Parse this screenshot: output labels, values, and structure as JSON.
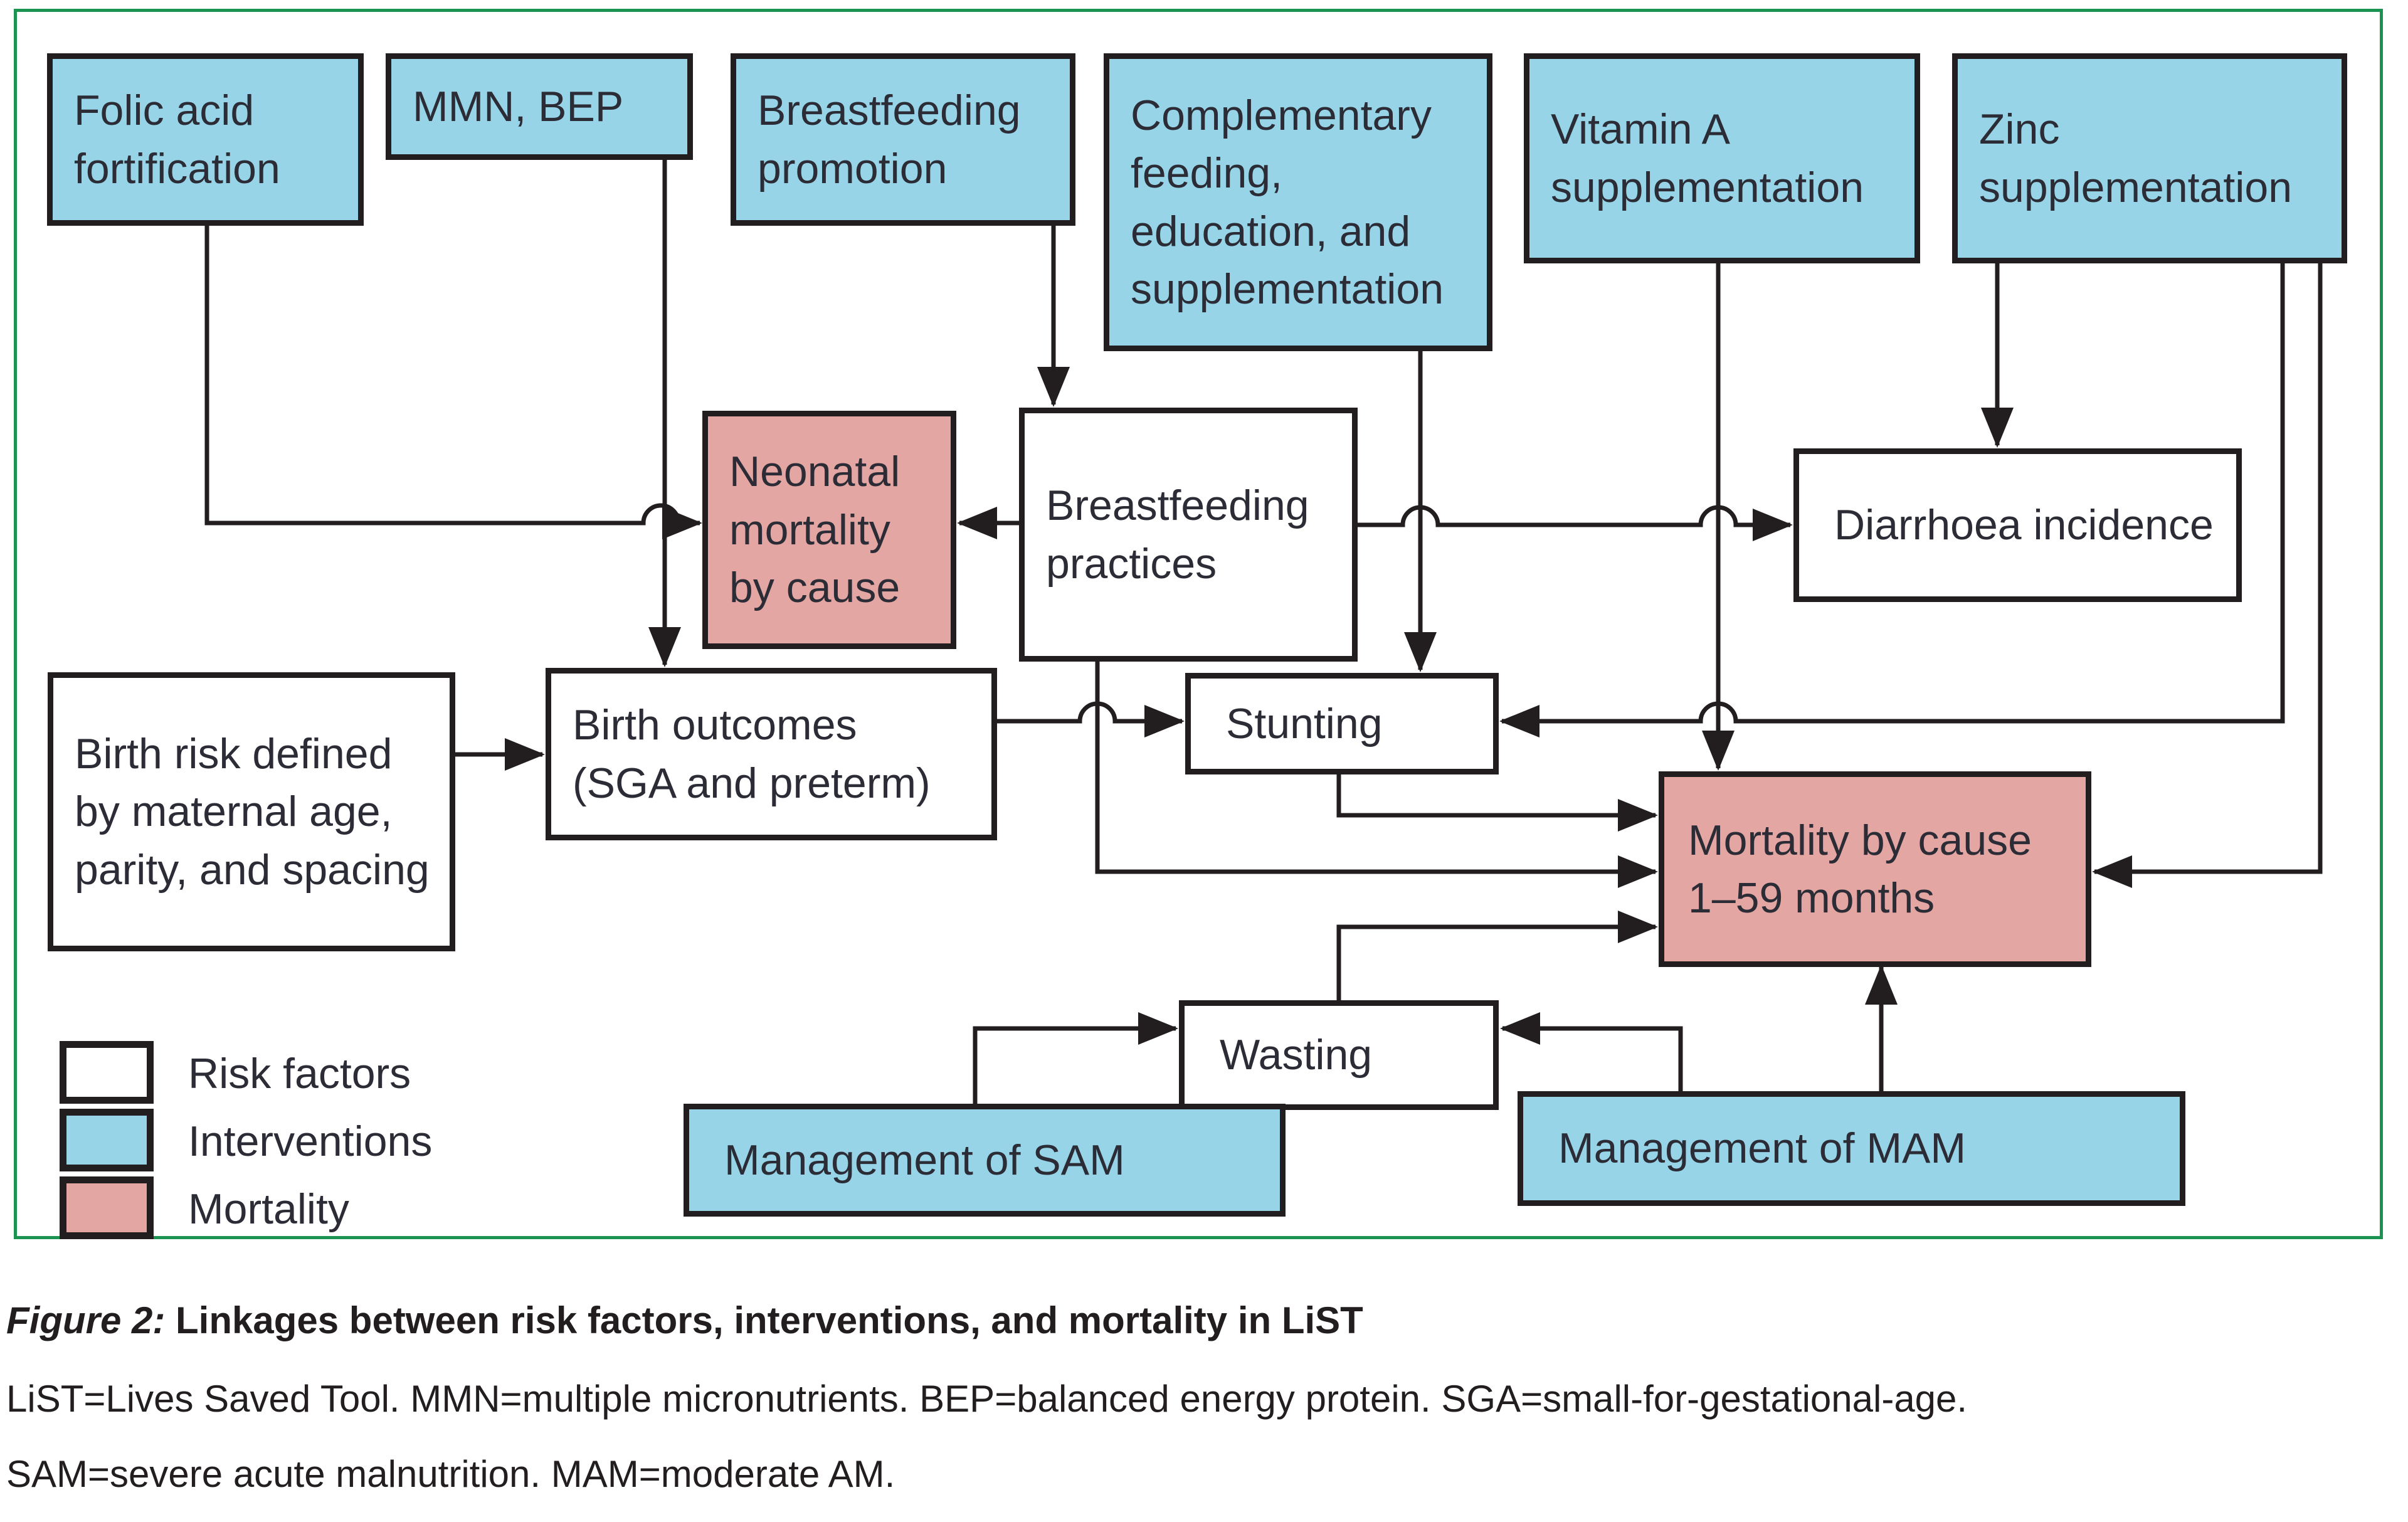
{
  "figure": {
    "caption_label": "Figure 2:",
    "caption_title": " Linkages between risk factors, interventions, and mortality in LiST",
    "abbrev_line1": "LiST=Lives Saved Tool. MMN=multiple micronutrients. BEP=balanced energy protein. SGA=small-for-gestational-age.",
    "abbrev_line2": "SAM=severe acute malnutrition. MAM=moderate AM."
  },
  "legend": {
    "items": [
      {
        "label": "Risk factors",
        "type": "risk"
      },
      {
        "label": "Interventions",
        "type": "intervention"
      },
      {
        "label": "Mortality",
        "type": "mortality"
      }
    ]
  },
  "nodes": {
    "folic": {
      "label": "Folic acid\nfortification",
      "type": "intervention"
    },
    "mmn": {
      "label": "MMN, BEP",
      "type": "intervention"
    },
    "bf_promo": {
      "label": "Breastfeeding\npromotion",
      "type": "intervention"
    },
    "comp_feeding": {
      "label": "Complementary\nfeeding,\neducation, and\nsupplementation",
      "type": "intervention"
    },
    "vitamin_a": {
      "label": "Vitamin A\nsupplementation",
      "type": "intervention"
    },
    "zinc": {
      "label": "Zinc\nsupplementation",
      "type": "intervention"
    },
    "neonatal_mortality": {
      "label": "Neonatal\nmortality\nby cause",
      "type": "mortality"
    },
    "bf_practices": {
      "label": "Breastfeeding\npractices",
      "type": "risk"
    },
    "diarrhoea": {
      "label": "Diarrhoea incidence",
      "type": "risk"
    },
    "birth_risk": {
      "label": "Birth risk defined\nby maternal age,\nparity, and spacing",
      "type": "risk"
    },
    "birth_outcomes": {
      "label": "Birth outcomes\n(SGA and preterm)",
      "type": "risk"
    },
    "stunting": {
      "label": "Stunting",
      "type": "risk"
    },
    "mortality_1_59": {
      "label": "Mortality by cause\n1–59 months",
      "type": "mortality"
    },
    "wasting": {
      "label": "Wasting",
      "type": "risk"
    },
    "sam": {
      "label": "Management of SAM",
      "type": "intervention"
    },
    "mam": {
      "label": "Management of MAM",
      "type": "intervention"
    }
  },
  "edges": [
    {
      "from": "folic",
      "to": "neonatal_mortality"
    },
    {
      "from": "mmn",
      "to": "birth_outcomes"
    },
    {
      "from": "bf_promo",
      "to": "bf_practices"
    },
    {
      "from": "bf_practices",
      "to": "neonatal_mortality"
    },
    {
      "from": "bf_practices",
      "to": "diarrhoea"
    },
    {
      "from": "bf_practices",
      "to": "mortality_1_59"
    },
    {
      "from": "comp_feeding",
      "to": "stunting"
    },
    {
      "from": "vitamin_a",
      "to": "mortality_1_59"
    },
    {
      "from": "zinc",
      "to": "diarrhoea"
    },
    {
      "from": "zinc",
      "to": "stunting"
    },
    {
      "from": "zinc",
      "to": "mortality_1_59"
    },
    {
      "from": "birth_risk",
      "to": "birth_outcomes"
    },
    {
      "from": "birth_outcomes",
      "to": "stunting"
    },
    {
      "from": "stunting",
      "to": "mortality_1_59"
    },
    {
      "from": "wasting",
      "to": "mortality_1_59"
    },
    {
      "from": "sam",
      "to": "wasting"
    },
    {
      "from": "mam",
      "to": "wasting"
    },
    {
      "from": "mam",
      "to": "mortality_1_59"
    }
  ],
  "colors": {
    "intervention_blue": "#97d4e8",
    "mortality_pink": "#e3a6a3",
    "line_ink": "#221e1f",
    "frame_green": "#1b9351"
  }
}
